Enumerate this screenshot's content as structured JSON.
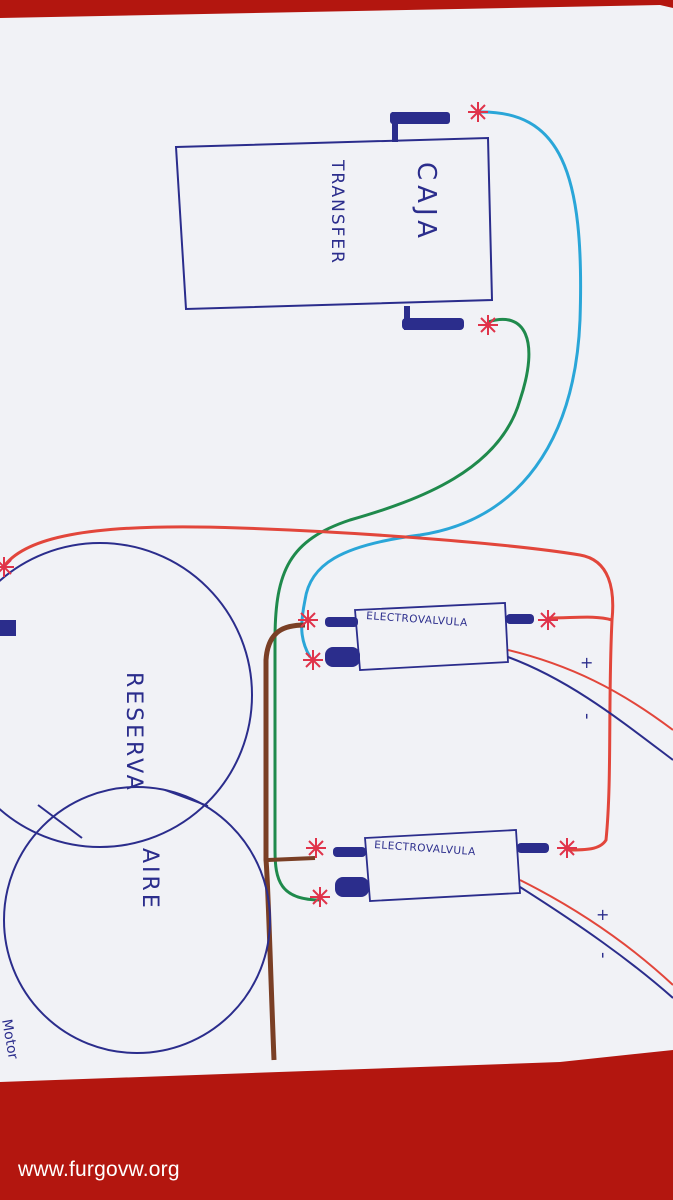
{
  "diagram": {
    "transfer_box": {
      "label_line1": "CAJA",
      "label_line2": "TRANSFER"
    },
    "tank": {
      "label_line1": "RESERVA",
      "label_line2": "AIRE"
    },
    "valve_top": {
      "label": "ELECTROVALVULA",
      "plus": "+",
      "minus": "-"
    },
    "valve_bottom": {
      "label": "ELECTROVALVULA",
      "plus": "+",
      "minus": "-"
    },
    "motor_label": "Motor",
    "colors": {
      "paper": "#f1f2f6",
      "background": "#b3160f",
      "ink": "#2b2d8c",
      "hose_blue": "#2aa6d8",
      "hose_green": "#1f8a4c",
      "hose_red": "#e2463b",
      "hose_brown": "#7a3f25",
      "marker_red": "#e0334a"
    }
  },
  "watermark": "www.furgovw.org"
}
